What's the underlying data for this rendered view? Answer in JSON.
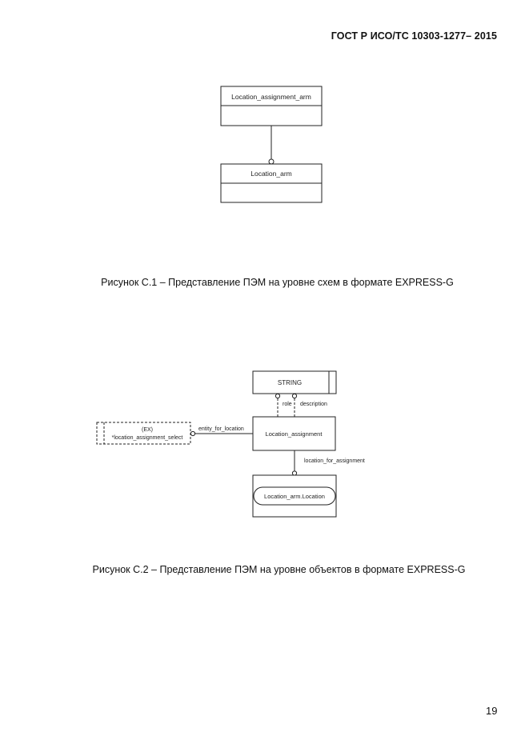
{
  "header": {
    "standard": "ГОСТ Р ИСО/ТС 10303-1277– 2015"
  },
  "figure1": {
    "entity_top": "Location_assignment_arm",
    "entity_bottom": "Location_arm",
    "caption": "Рисунок С.1 –  Представление ПЭМ на уровне схем в формате EXPRESS-G"
  },
  "figure2": {
    "string_type": "STRING",
    "attr_role": "role",
    "attr_description": "description",
    "select_ex": "(EX)",
    "select_name": "*location_assignment_select",
    "attr_entity_for_location": "entity_for_location",
    "entity_assignment": "Location_assignment",
    "attr_location_for_assignment": "location_for_assignment",
    "entity_location": "Location_arm.Location",
    "caption": "Рисунок С.2 –  Представление ПЭМ на уровне объектов в формате EXPRESS-G"
  },
  "footer": {
    "page_number": "19"
  }
}
